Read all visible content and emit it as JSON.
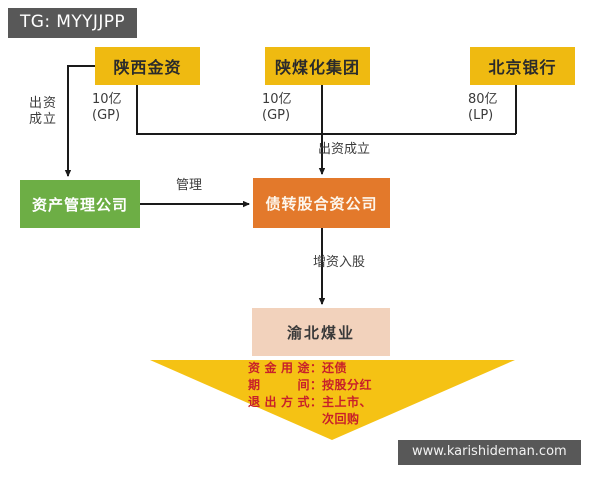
{
  "overlays": {
    "tg_banner": "TG: MYYJJPP",
    "watermark": "www.karishideman.com"
  },
  "nodes": {
    "shaanxi_jinzi": "陕西金资",
    "shanmeihua_group": "陕煤化集团",
    "beijing_bank": "北京银行",
    "asset_management_company": "资产管理公司",
    "debt_equity_jv_company": "债转股合资公司",
    "yubei_coal": "渝北煤业"
  },
  "edge_labels": {
    "chuzi_chengli_left": "出资\n成立",
    "amount_gp_1": "10亿\n(GP)",
    "amount_gp_2": "10亿\n(GP)",
    "amount_lp": "80亿\n(LP)",
    "chuzi_chengli_mid": "出资成立",
    "guanli": "管理",
    "zengzi_rugu": "增资入股"
  },
  "arrow_notes": [
    {
      "key": "资金用途",
      "colon": "：",
      "value": "还债"
    },
    {
      "key": "期间",
      "colon": "：",
      "value": "按股分红"
    },
    {
      "key": "退出方式",
      "colon": "：",
      "value": "主上市、"
    },
    {
      "key": "",
      "colon": "",
      "value": "次回购"
    }
  ],
  "colors": {
    "yellow_box": "#EFBA11",
    "green_box": "#6DAE45",
    "orange_box": "#E3792B",
    "peach_box": "#F2D2BC",
    "arrow_yellow": "#F5C214",
    "note_red": "#C8202A",
    "banner_gray": "#585858",
    "connector": "#1a1a1a"
  }
}
